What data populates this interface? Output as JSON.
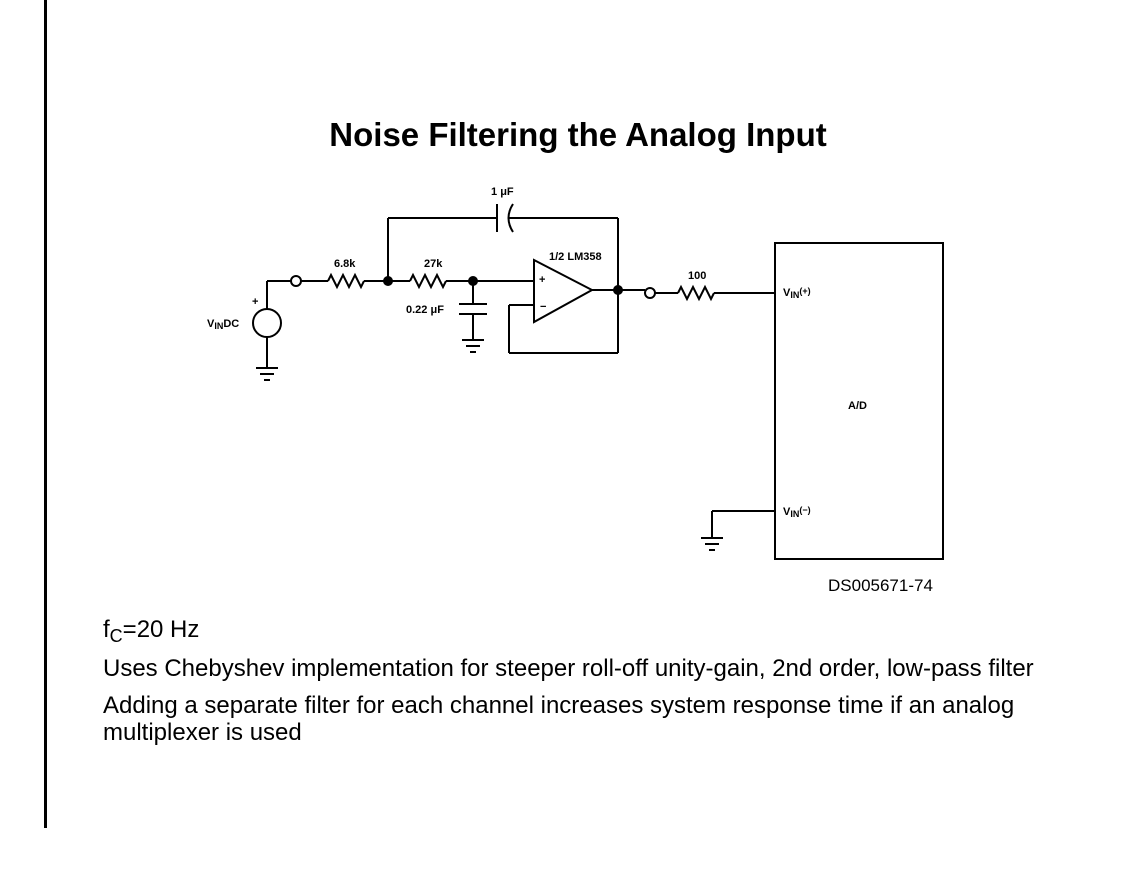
{
  "title": "Noise Filtering the Analog Input",
  "schematic": {
    "source_label_main": "V",
    "source_label_sub": "IN",
    "source_label_suffix": "DC",
    "source_polarity": "+",
    "r1": "6.8k",
    "r2": "27k",
    "c1_prefix": "1 ",
    "c1_unit": "μF",
    "c2_prefix": "0.22 ",
    "c2_unit": "μF",
    "opamp": "1/2 LM358",
    "opamp_plus": "+",
    "opamp_minus": "−",
    "r3": "100",
    "adc_label": "A/D",
    "vin_plus_main": "V",
    "vin_plus_sub": "IN",
    "vin_plus_suffix": "(+)",
    "vin_minus_main": "V",
    "vin_minus_sub": "IN",
    "vin_minus_suffix": "(−)"
  },
  "figure_number": "DS005671-74",
  "notes": {
    "fc_prefix": "f",
    "fc_sub": "C",
    "fc_value": "=20 Hz",
    "line2": "Uses Chebyshev implementation for steeper roll-off unity-gain, 2nd order, low-pass filter",
    "line3": "Adding a separate filter for each channel increases system response time if an analog multiplexer is used"
  }
}
